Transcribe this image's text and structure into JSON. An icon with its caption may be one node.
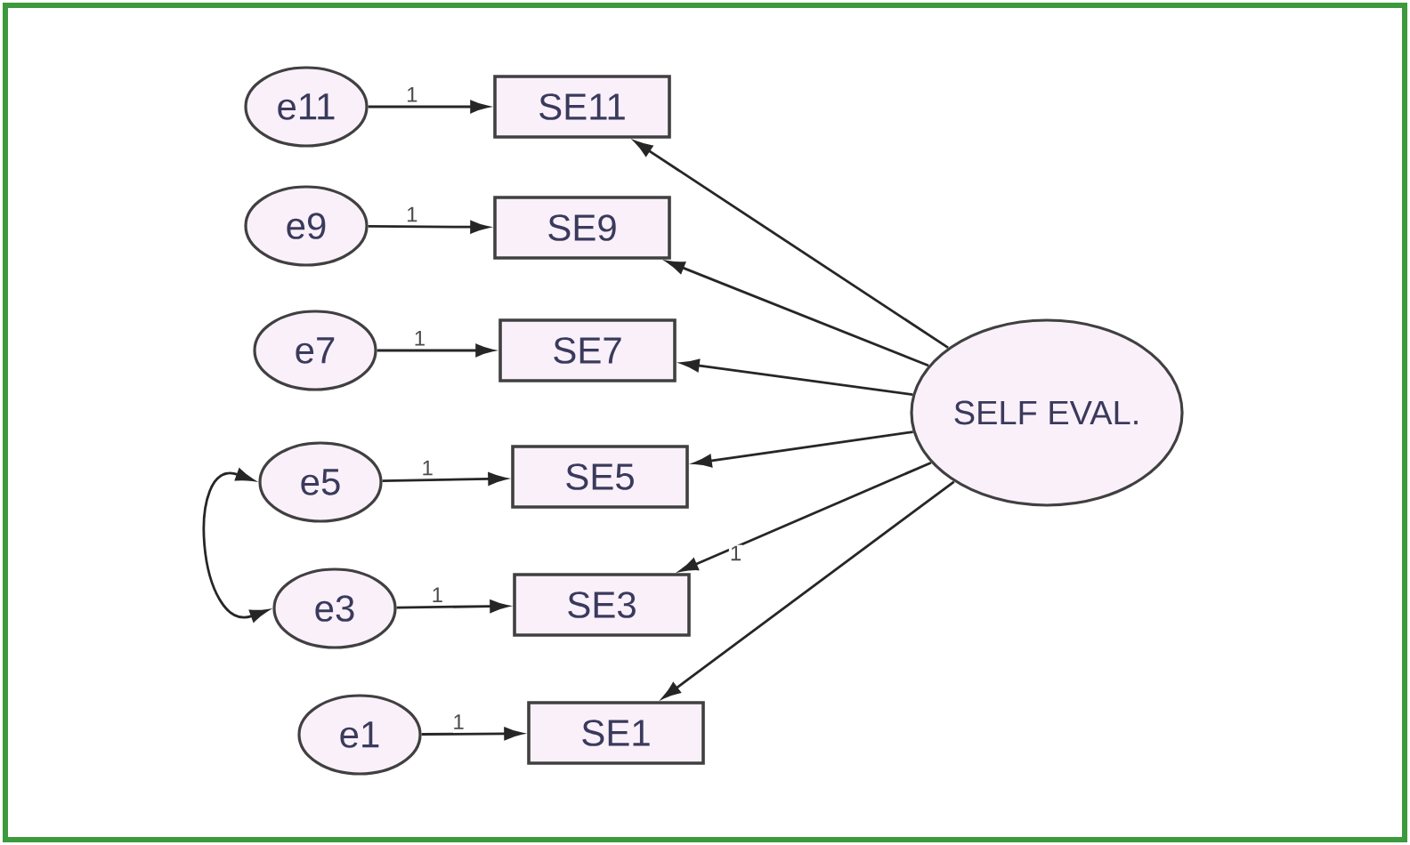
{
  "diagram": {
    "nodes": [
      {
        "text": [
          "e11"
        ]
      },
      {
        "text": [
          "SE11"
        ]
      },
      {
        "text": [
          "e9"
        ]
      },
      {
        "text": [
          "SE9"
        ]
      },
      {
        "text": [
          "e7"
        ]
      },
      {
        "text": [
          "SE7"
        ]
      },
      {
        "text": [
          "SELF EVAL."
        ]
      },
      {
        "text": [
          "e5"
        ]
      },
      {
        "text": [
          "SE5"
        ]
      },
      {
        "text": [
          "e3"
        ]
      },
      {
        "text": [
          "SE3"
        ]
      },
      {
        "text": [
          "e1"
        ]
      },
      {
        "text": [
          "SE1"
        ]
      }
    ],
    "edges": [
      {
        "from": 0,
        "to": 1,
        "arrow": "to",
        "label": "1"
      },
      {
        "from": 2,
        "to": 3,
        "arrow": "to",
        "label": "1"
      },
      {
        "from": 4,
        "to": 5,
        "arrow": "to",
        "label": "1"
      },
      {
        "from": 7,
        "to": 8,
        "arrow": "to",
        "label": "1"
      },
      {
        "from": 9,
        "to": 10,
        "arrow": "to",
        "label": "1"
      },
      {
        "from": 11,
        "to": 12,
        "arrow": "to",
        "label": "1"
      },
      {
        "from": 6,
        "to": 1,
        "arrow": "to"
      },
      {
        "from": 6,
        "to": 3,
        "arrow": "to"
      },
      {
        "from": 6,
        "to": 5,
        "arrow": "to"
      },
      {
        "from": 6,
        "to": 8,
        "arrow": "to"
      },
      {
        "from": 6,
        "to": 10,
        "arrow": "to",
        "label": "1"
      },
      {
        "from": 6,
        "to": 12,
        "arrow": "to"
      },
      {
        "from": 7,
        "to": 9,
        "arrow": "both"
      }
    ]
  }
}
